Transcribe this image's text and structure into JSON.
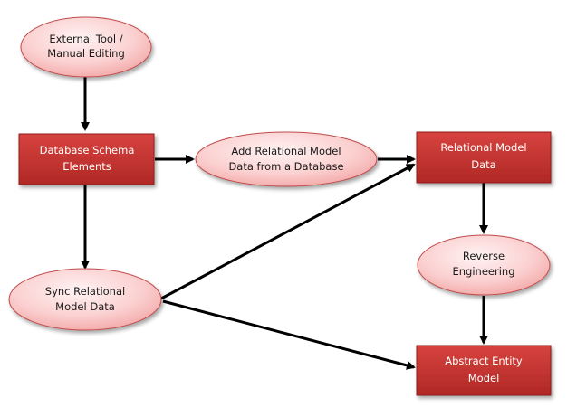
{
  "nodes": {
    "external_tool": {
      "line1": "External Tool /",
      "line2": "Manual Editing"
    },
    "schema_elements": {
      "line1": "Database Schema",
      "line2": "Elements"
    },
    "add_relational": {
      "line1": "Add Relational Model",
      "line2": "Data from a Database"
    },
    "relational_model": {
      "line1": "Relational Model",
      "line2": "Data"
    },
    "reverse_engineering": {
      "line1": "Reverse",
      "line2": "Engineering"
    },
    "sync_relational": {
      "line1": "Sync Relational",
      "line2": "Model Data"
    },
    "abstract_entity": {
      "line1": "Abstract Entity",
      "line2": "Model"
    }
  },
  "colors": {
    "box_fill": "#c1312f",
    "box_stroke": "#8f1f1d",
    "ellipse_fill": "#fbd3d3",
    "ellipse_stroke": "#c04c4c",
    "arrow": "#000000"
  }
}
